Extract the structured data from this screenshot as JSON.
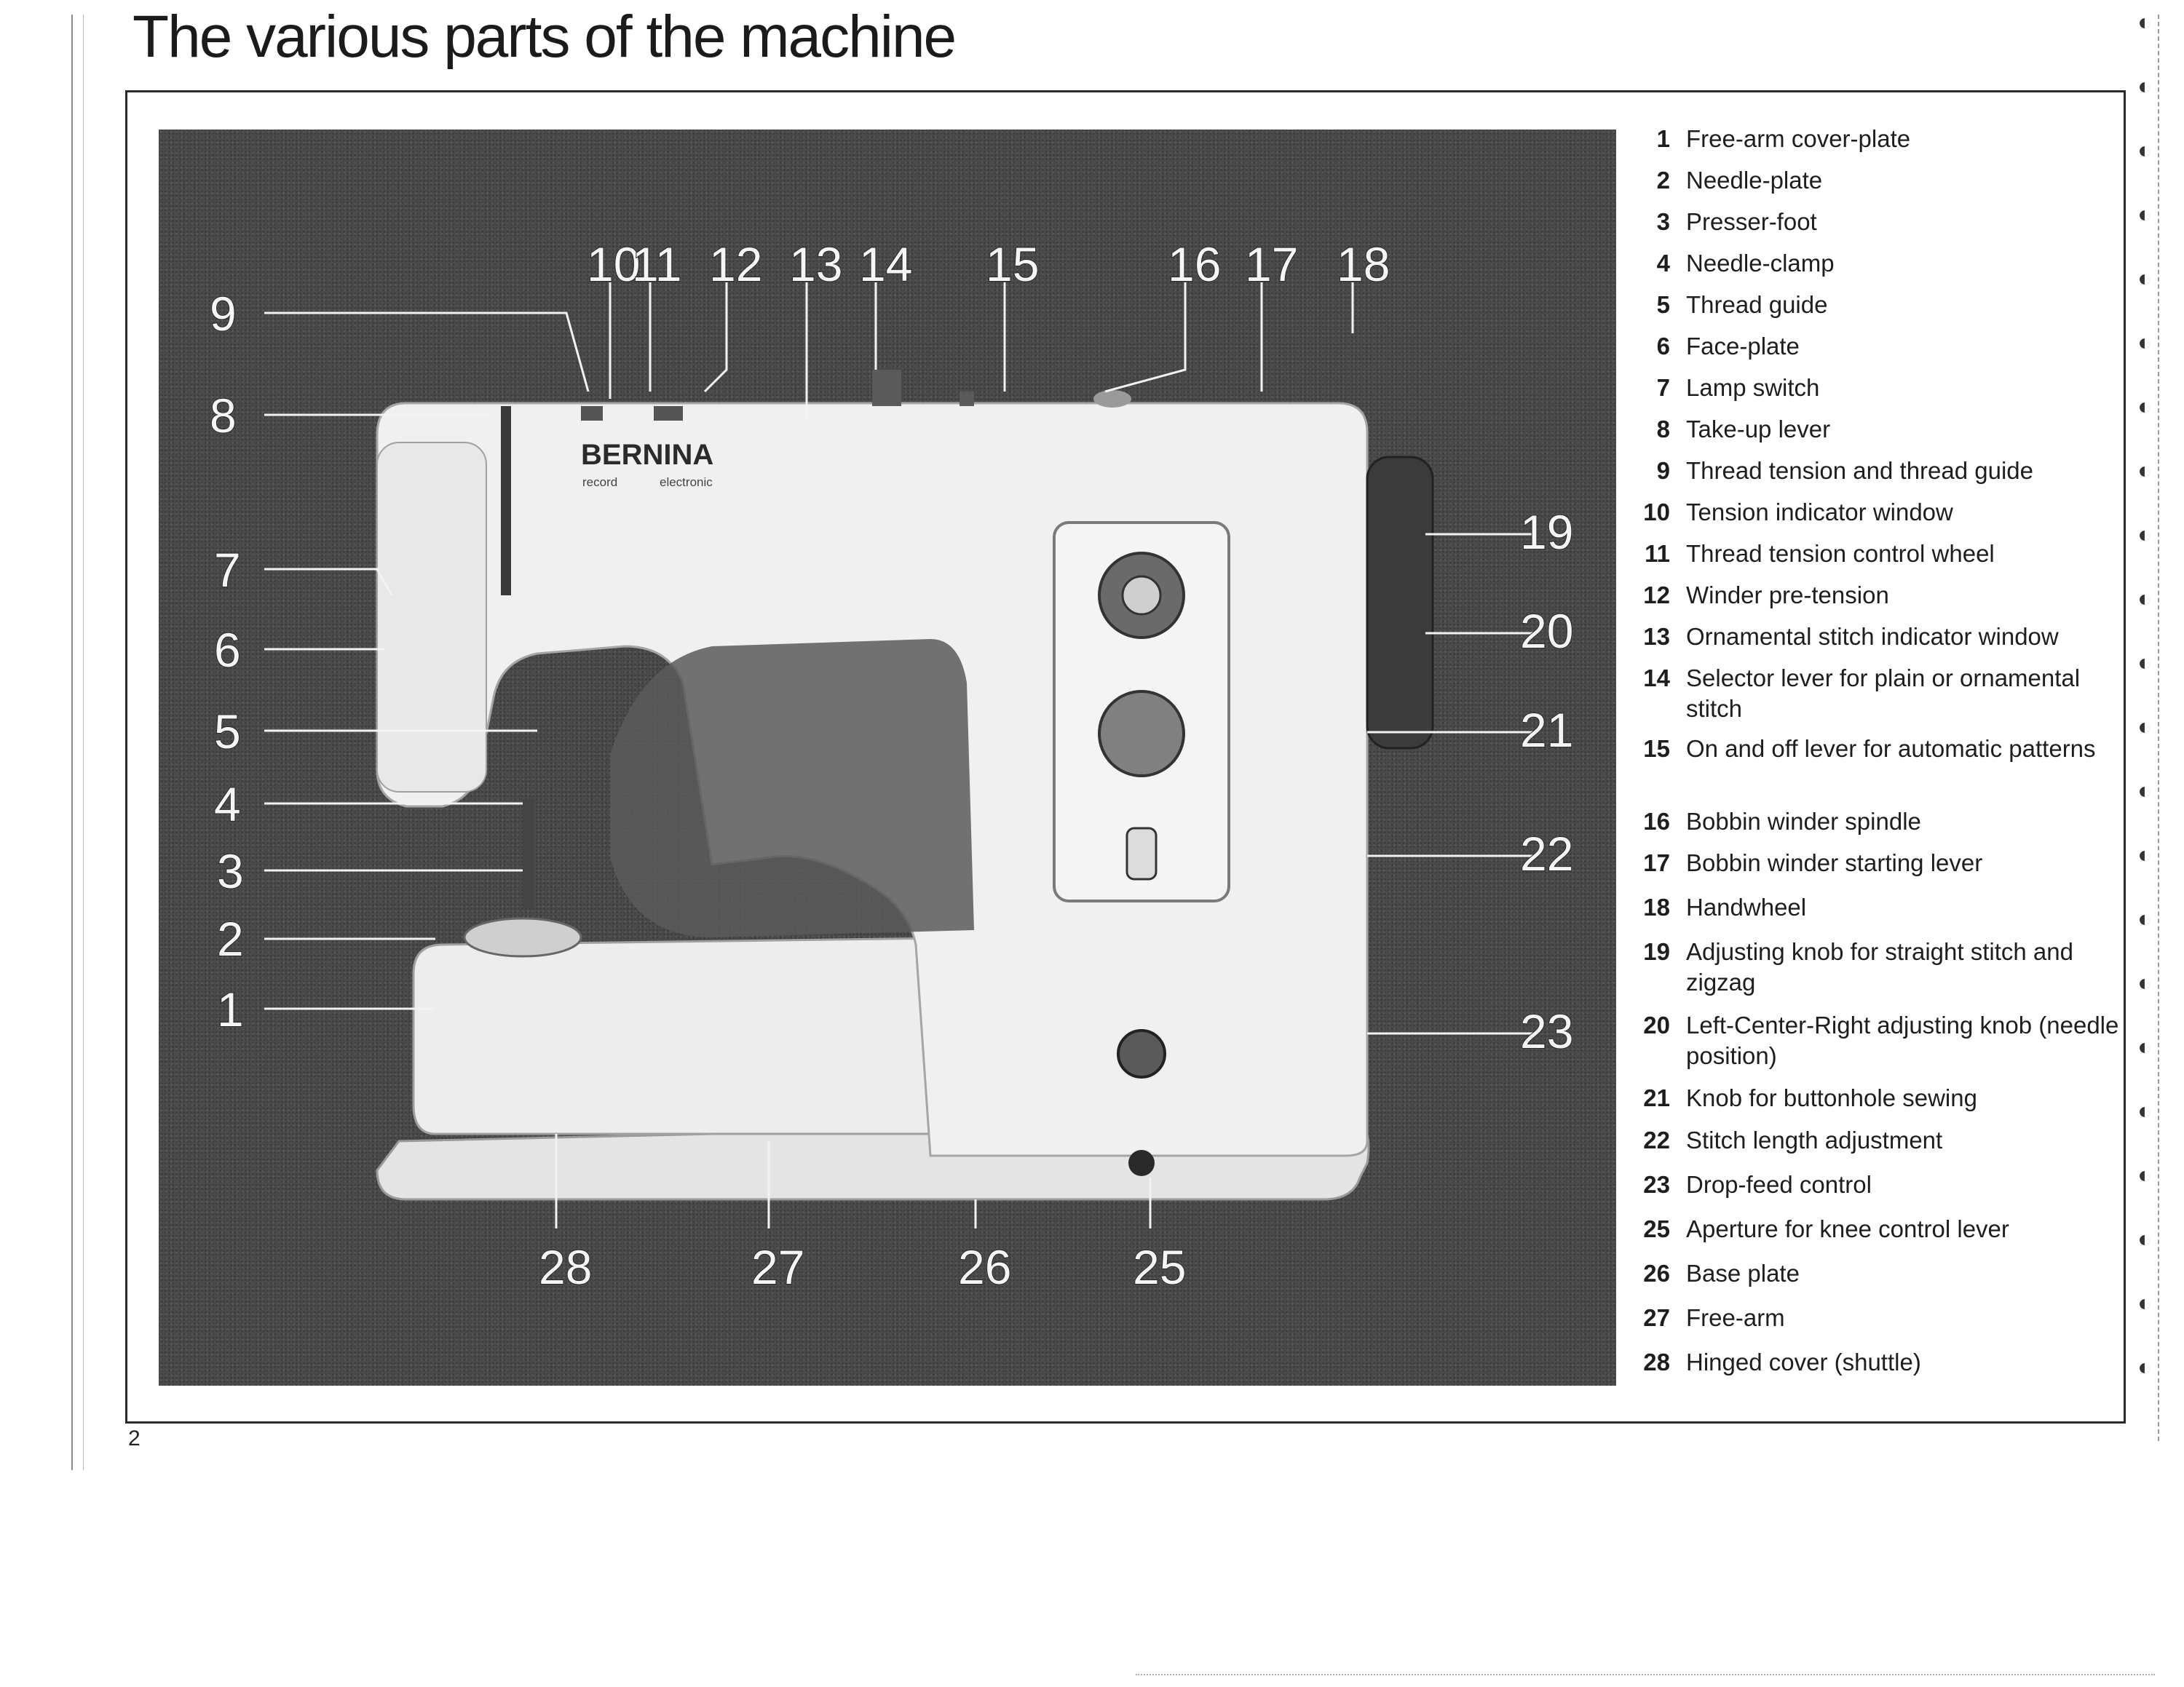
{
  "title": "The various parts of the machine",
  "page_number": "2",
  "brand": {
    "name": "BERNINA",
    "model_left": "record",
    "model_right": "electronic"
  },
  "callouts": [
    "1",
    "2",
    "3",
    "4",
    "5",
    "6",
    "7",
    "8",
    "9",
    "10",
    "11",
    "12",
    "13",
    "14",
    "15",
    "16",
    "17",
    "18",
    "19",
    "20",
    "21",
    "22",
    "23",
    "25",
    "26",
    "27",
    "28"
  ],
  "parts": [
    {
      "num": "1",
      "label": "Free-arm cover-plate"
    },
    {
      "num": "2",
      "label": "Needle-plate"
    },
    {
      "num": "3",
      "label": "Presser-foot"
    },
    {
      "num": "4",
      "label": "Needle-clamp"
    },
    {
      "num": "5",
      "label": "Thread guide"
    },
    {
      "num": "6",
      "label": "Face-plate"
    },
    {
      "num": "7",
      "label": "Lamp switch"
    },
    {
      "num": "8",
      "label": "Take-up lever"
    },
    {
      "num": "9",
      "label": "Thread tension and thread guide"
    },
    {
      "num": "10",
      "label": "Tension indicator window"
    },
    {
      "num": "11",
      "label": "Thread tension control wheel"
    },
    {
      "num": "12",
      "label": "Winder pre-tension"
    },
    {
      "num": "13",
      "label": "Ornamental stitch indicator window"
    },
    {
      "num": "14",
      "label": "Selector lever for plain or ornamental stitch"
    },
    {
      "num": "15",
      "label": "On and off lever for automatic patterns"
    },
    {
      "num": "16",
      "label": "Bobbin winder spindle"
    },
    {
      "num": "17",
      "label": "Bobbin winder starting lever"
    },
    {
      "num": "18",
      "label": "Handwheel"
    },
    {
      "num": "19",
      "label": "Adjusting knob for straight stitch and zigzag"
    },
    {
      "num": "20",
      "label": "Left-Center-Right adjusting knob (needle position)"
    },
    {
      "num": "21",
      "label": "Knob for buttonhole sewing"
    },
    {
      "num": "22",
      "label": "Stitch length adjustment"
    },
    {
      "num": "23",
      "label": "Drop-feed control"
    },
    {
      "num": "25",
      "label": "Aperture for knee control lever"
    },
    {
      "num": "26",
      "label": "Base plate"
    },
    {
      "num": "27",
      "label": "Free-arm"
    },
    {
      "num": "28",
      "label": "Hinged cover (shuttle)"
    }
  ]
}
